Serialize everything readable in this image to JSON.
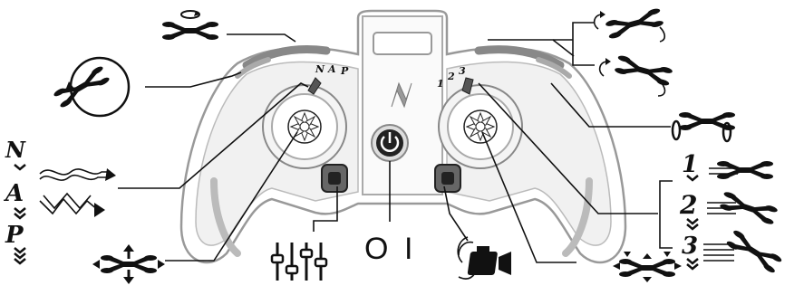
{
  "nav_modes": [
    "N",
    "A",
    "P"
  ],
  "rate_levels": [
    "1",
    "2",
    "3"
  ],
  "mode_badges": {
    "n": "N",
    "a": "A",
    "p": "P"
  },
  "speed_badges": {
    "s1": "1",
    "s2": "2",
    "s3": "3"
  },
  "power_labels": {
    "off": "O",
    "on": "I"
  }
}
